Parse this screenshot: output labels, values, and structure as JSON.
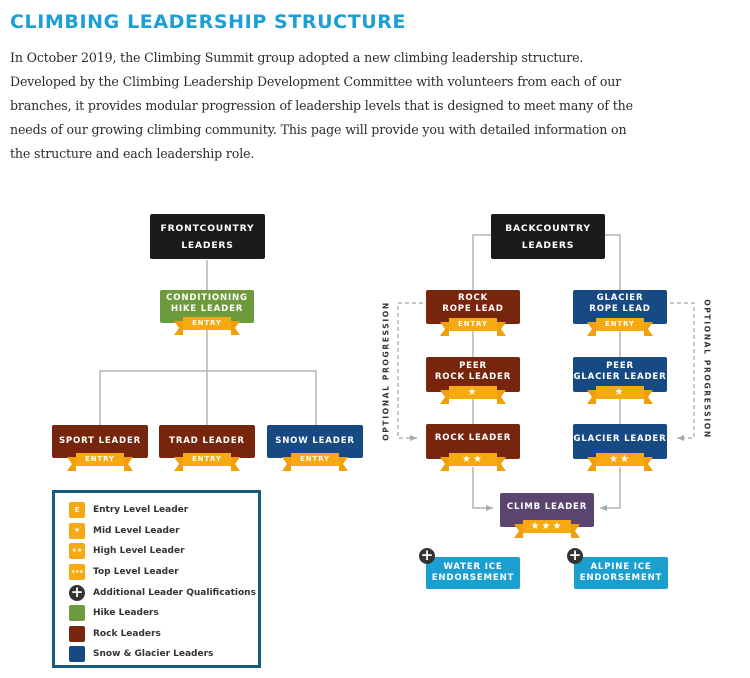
{
  "page": {
    "title": "CLIMBING LEADERSHIP STRUCTURE",
    "intro_lines": [
      "In October 2019, the Climbing Summit group adopted a new climbing leadership structure.",
      "Developed by the Climbing Leadership Development Committee with volunteers from each of our",
      "branches, it provides modular progression of leadership levels that is designed to meet many of the",
      "needs of our growing climbing community. This page will provide you with detailed information on",
      "the structure and each leadership role."
    ]
  },
  "colors": {
    "title": "#1a9fd6",
    "header": "#1b1b1b",
    "hike": "#6d9a3b",
    "rock": "#77260d",
    "snow_glacier": "#174a82",
    "climb_leader": "#5b4570",
    "endorsement": "#1a9fd0",
    "ribbon": "#f7a912",
    "legend_border": "#17597f"
  },
  "diagram": {
    "frontcountry": {
      "header": [
        "FRONTCOUNTRY",
        "LEADERS"
      ],
      "conditioning": {
        "label": [
          "CONDITIONING",
          "HIKE LEADER"
        ],
        "level": "ENTRY"
      },
      "sport": {
        "label": "SPORT LEADER",
        "level": "ENTRY"
      },
      "trad": {
        "label": "TRAD LEADER",
        "level": "ENTRY"
      },
      "snow": {
        "label": "SNOW LEADER",
        "level": "ENTRY"
      }
    },
    "backcountry": {
      "header": [
        "BACKCOUNTRY",
        "LEADERS"
      ],
      "rock_rope_lead": {
        "label": [
          "ROCK",
          "ROPE LEAD"
        ],
        "level": "ENTRY"
      },
      "glacier_rope_lead": {
        "label": [
          "GLACIER",
          "ROPE LEAD"
        ],
        "level": "ENTRY"
      },
      "peer_rock": {
        "label": [
          "PEER",
          "ROCK LEADER"
        ],
        "level": "★"
      },
      "peer_glacier": {
        "label": [
          "PEER",
          "GLACIER LEADER"
        ],
        "level": "★"
      },
      "rock_leader": {
        "label": "ROCK LEADER",
        "level": "★★"
      },
      "glacier_leader": {
        "label": "GLACIER LEADER",
        "level": "★★"
      },
      "climb_leader": {
        "label": "CLIMB LEADER",
        "level": "★★★"
      },
      "water_ice": {
        "label": [
          "WATER ICE",
          "ENDORSEMENT"
        ],
        "icon": "+"
      },
      "alpine_ice": {
        "label": [
          "ALPINE ICE",
          "ENDORSEMENT"
        ],
        "icon": "+"
      },
      "optional_progression": "OPTIONAL PROGRESSION"
    }
  },
  "legend": {
    "items": [
      {
        "symbol": "E",
        "label": "Entry Level Leader",
        "color": "#f7a912"
      },
      {
        "symbol": "★",
        "label": "Mid Level Leader",
        "color": "#f7a912"
      },
      {
        "symbol": "★★",
        "label": "High Level Leader",
        "color": "#f7a912"
      },
      {
        "symbol": "★★★",
        "label": "Top Level Leader",
        "color": "#f7a912"
      },
      {
        "symbol": "+",
        "label": "Additional Leader Qualifications",
        "color": "#333333"
      },
      {
        "symbol": "",
        "label": "Hike Leaders",
        "color": "#6d9a3b"
      },
      {
        "symbol": "",
        "label": "Rock Leaders",
        "color": "#77260d"
      },
      {
        "symbol": "",
        "label": "Snow & Glacier Leaders",
        "color": "#174a82"
      }
    ]
  }
}
